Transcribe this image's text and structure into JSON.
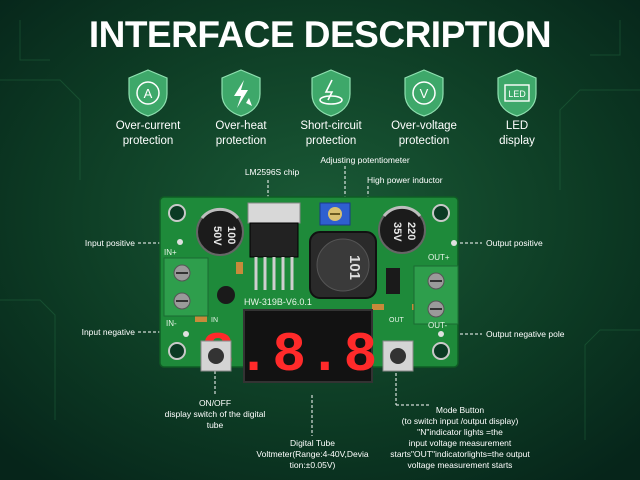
{
  "title": "INTERFACE DESCRIPTION",
  "features": [
    {
      "icon": "letter-a-icon",
      "glyph": "A",
      "line1": "Over-current",
      "line2": "protection"
    },
    {
      "icon": "lightning-icon",
      "glyph": "",
      "line1": "Over-heat",
      "line2": "protection"
    },
    {
      "icon": "short-circuit-icon",
      "glyph": "",
      "line1": "Short-circuit",
      "line2": "protection"
    },
    {
      "icon": "letter-v-icon",
      "glyph": "V",
      "line1": "Over-voltage",
      "line2": "protection"
    },
    {
      "icon": "led-icon",
      "glyph": "LED",
      "line1": "LED",
      "line2": "display"
    }
  ],
  "annotations": {
    "chip": "LM2596S chip",
    "potentiometer": "Adjusting potentiometer",
    "inductor": "High power inductor",
    "input_positive": "Input positive",
    "input_negative": "Input negative",
    "output_positive": "Output positive",
    "output_negative": "Output negative pole",
    "onoff_line1": "ON/OFF",
    "onoff_line2": "display switch of the digital",
    "onoff_line3": "tube",
    "tube_line1": "Digital Tube",
    "tube_line2": "Voltmeter(Range:4-40V,Devia",
    "tube_line3": "tion:±0.05V)",
    "mode_line1": "Mode Button",
    "mode_line2": "(to switch input /output display)",
    "mode_line3": "\"N\"indicator lights =the",
    "mode_line4": "input voltage measurement",
    "mode_line5": "starts\"OUT\"indicatorlights=the output",
    "mode_line6": "voltage measurement starts"
  },
  "board": {
    "model": "HW-319B-V6.0.1",
    "in_plus": "IN+",
    "in_minus": "IN-",
    "out_plus": "OUT+",
    "out_minus": "OUT-",
    "in_led": "IN",
    "out_led": "OUT",
    "display": "8.8.8.",
    "cap_left_value": "100",
    "cap_left_voltage": "50V",
    "cap_right_value": "220",
    "cap_right_voltage": "35V",
    "inductor_code": "101"
  },
  "colors": {
    "pcb": "#1e8a3a",
    "terminal": "#2e9e4c",
    "display_segment": "#ff2a2a",
    "potentiometer": "#2f5fd0"
  }
}
